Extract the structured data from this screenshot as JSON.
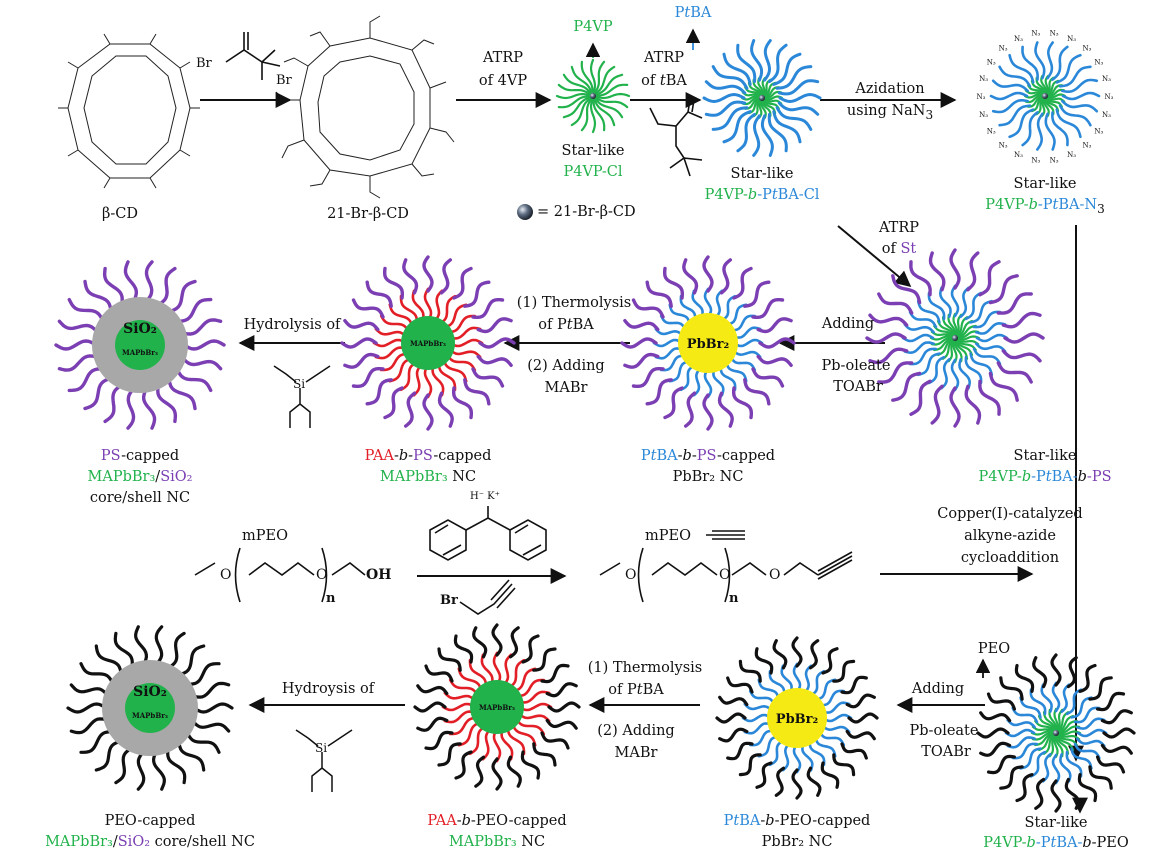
{
  "colors": {
    "green": "#22b24c",
    "blue": "#2b88d8",
    "purple": "#7b3fb3",
    "red": "#e21f26",
    "black": "#111111",
    "yellow": "#f5ea14",
    "gray": "#a8a8a8"
  },
  "row1": {
    "bcd": "β-CD",
    "brbcd": "21-Br-β-CD",
    "atrp4vp_1": "ATRP",
    "atrp4vp_2": "of 4VP",
    "p4vp_arm": "P4VP",
    "starlike": "Star-like",
    "p4vp_cl": "P4VP-Cl",
    "atrptba_1": "ATRP",
    "atrptba_2a": "of ",
    "atrptba_2b": "t",
    "atrptba_2c": "BA",
    "ptba_arm_a": "P",
    "ptba_arm_b": "t",
    "ptba_arm_c": "BA",
    "legend_eq": "= 21-Br-β-CD",
    "name2_a": "P4VP-",
    "name2_b": "b",
    "name2_c": "-P",
    "name2_d": "t",
    "name2_e": "BA-Cl",
    "azid_1": "Azidation",
    "azid_2": "using NaN",
    "name3_a": "P4VP-",
    "name3_b": "b",
    "name3_c": "-P",
    "name3_d": "t",
    "name3_e": "BA-N",
    "n3": "N₃"
  },
  "row2": {
    "atrpst_1": "ATRP",
    "atrpst_2a": "of ",
    "atrpst_2b": "St",
    "sio2": "SiO₂",
    "mapbbr3": "MAPbBr₃",
    "pbbr2": "PbBr₂",
    "hydrolysis": "Hydrolysis of",
    "thermo_1": "(1) Thermolysis",
    "thermo_2a": "of P",
    "thermo_2b": "t",
    "thermo_2c": "BA",
    "add_1": "(2) Adding",
    "add_2": "MABr",
    "adding": "Adding",
    "pboleate": "Pb-oleate",
    "toabr": "TOABr",
    "cap1_a": "PS",
    "cap1_b": "-capped",
    "cap1_l2_a": "MAPbBr₃",
    "cap1_l2_b": "/",
    "cap1_l2_c": "SiO₂",
    "cap1_l3": "core/shell NC",
    "cap2_a": "PAA",
    "cap2_b": "-",
    "cap2_c": "b",
    "cap2_d": "-",
    "cap2_e": "PS",
    "cap2_f": "-capped",
    "cap2_l2_a": "MAPbBr₃",
    "cap2_l2_b": " NC",
    "cap3_a": "P",
    "cap3_b": "t",
    "cap3_c": "BA",
    "cap3_d": "-",
    "cap3_e": "b",
    "cap3_f": "-",
    "cap3_g": "PS",
    "cap3_h": "-capped",
    "cap3_l2": "PbBr₂ NC",
    "star4_1": "Star-like",
    "star4_a": "P4VP-",
    "star4_b": "b",
    "star4_c": "-P",
    "star4_d": "t",
    "star4_e": "BA-",
    "star4_f": "b",
    "star4_g": "-PS"
  },
  "row3": {
    "mpeo": "mPEO",
    "mpeo2": "mPEO",
    "click_1": "Copper(I)-catalyzed",
    "click_2": "alkyne-azide",
    "click_3": "cycloaddition",
    "oh": "OH",
    "n": "n",
    "br": "Br",
    "hk": "H⁻ K⁺"
  },
  "row4": {
    "peo_arm": "PEO",
    "hydroysis": "Hydroysis of",
    "thermo_1": "(1) Thermolysis",
    "thermo_2a": "of P",
    "thermo_2b": "t",
    "thermo_2c": "BA",
    "add_1": "(2) Adding",
    "add_2": "MABr",
    "adding": "Adding",
    "pboleate": "Pb-oleate",
    "toabr": "TOABr",
    "cap1": "PEO-capped",
    "cap1_l2_a": "MAPbBr₃",
    "cap1_l2_b": "/",
    "cap1_l2_c": "SiO₂",
    "cap1_l2_d": " core/shell NC",
    "cap2_a": "PAA",
    "cap2_b": "-",
    "cap2_c": "b",
    "cap2_d": "-PEO-capped",
    "cap2_l2_a": "MAPbBr₃",
    "cap2_l2_b": " NC",
    "cap3_a": "P",
    "cap3_b": "t",
    "cap3_c": "BA",
    "cap3_d": "-",
    "cap3_e": "b",
    "cap3_f": "-PEO-capped",
    "cap3_l2": "PbBr₂ NC",
    "star_1": "Star-like",
    "star_a": "P4VP-",
    "star_b": "b",
    "star_c": "-P",
    "star_d": "t",
    "star_e": "BA-",
    "star_f": "b",
    "star_g": "-PEO"
  }
}
